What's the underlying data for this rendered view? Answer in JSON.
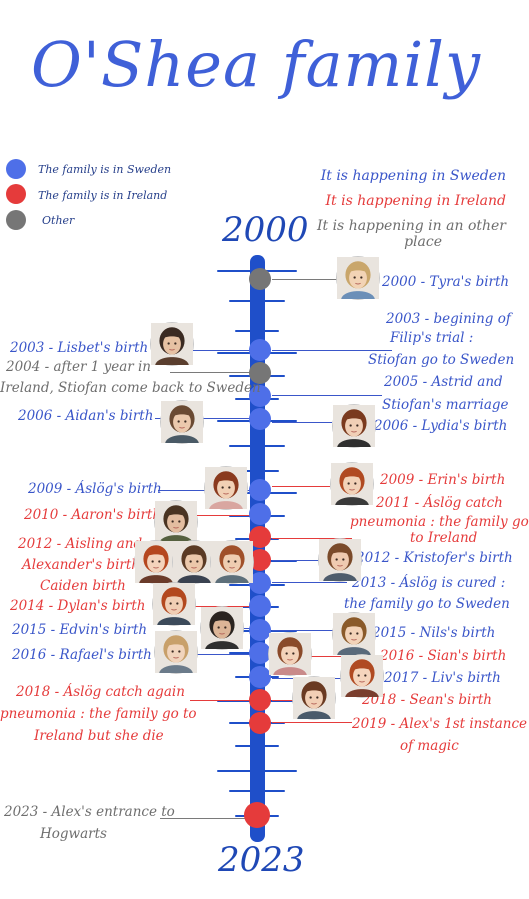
{
  "title": "O'Shea family",
  "colors": {
    "sweden": "#4e6fe8",
    "ireland": "#e53b3b",
    "other": "#767676",
    "spine": "#1f4fc9"
  },
  "legend": [
    {
      "text": "The family is in Sweden",
      "color": "#4e6fe8"
    },
    {
      "text": "The family is in Ireland",
      "color": "#e53b3b"
    },
    {
      "text": "Other",
      "color": "#767676"
    }
  ],
  "meaning": [
    {
      "text": "It is happening in Sweden",
      "color": "#3a56c9"
    },
    {
      "text": "It is happening in Ireland",
      "color": "#e53b3b"
    },
    {
      "text": "It is happening in an other",
      "color": "#6e6e6e"
    },
    {
      "text": "place",
      "color": "#6e6e6e"
    }
  ],
  "years": {
    "start": "2000",
    "end": "2023"
  },
  "events_left": [
    "2003 - Lisbet's birth",
    "2004 - after 1 year in",
    "Ireland, Stiofan come back to Sweden",
    "2006 - Aidan's birth",
    "2009 - Áslög's birth",
    "2010 - Aaron's birth",
    "2012 - Aisling and",
    "Alexander's birth",
    "Caiden birth",
    "2014 - Dylan's birth",
    "2015 - Edvin's birth",
    "2016 - Rafael's birth",
    "2018 - Áslög catch again",
    "pneumonia : the family go to",
    "Ireland but she die",
    "2023 - Alex's entrance to",
    "Hogwarts"
  ],
  "events_right": [
    "2000 - Tyra's birth",
    "2003 - begining of",
    "Filip's trial :",
    "Stiofan go to Sweden",
    "2005 - Astrid and",
    "Stiofan's marriage",
    "2006 - Lydia's birth",
    "2009 - Erin's birth",
    "2011 - Áslög catch",
    "pneumonia : the family go",
    "to Ireland",
    "2012 - Kristofer's birth",
    "2013 - Áslög is cured :",
    "the family go to Sweden",
    "2015 - Nils's birth",
    "2016 - Sian's birth",
    "2017 - Liv's birth",
    "2018 - Sean's birth",
    "2019 - Alex's 1st instance",
    "of magic"
  ]
}
